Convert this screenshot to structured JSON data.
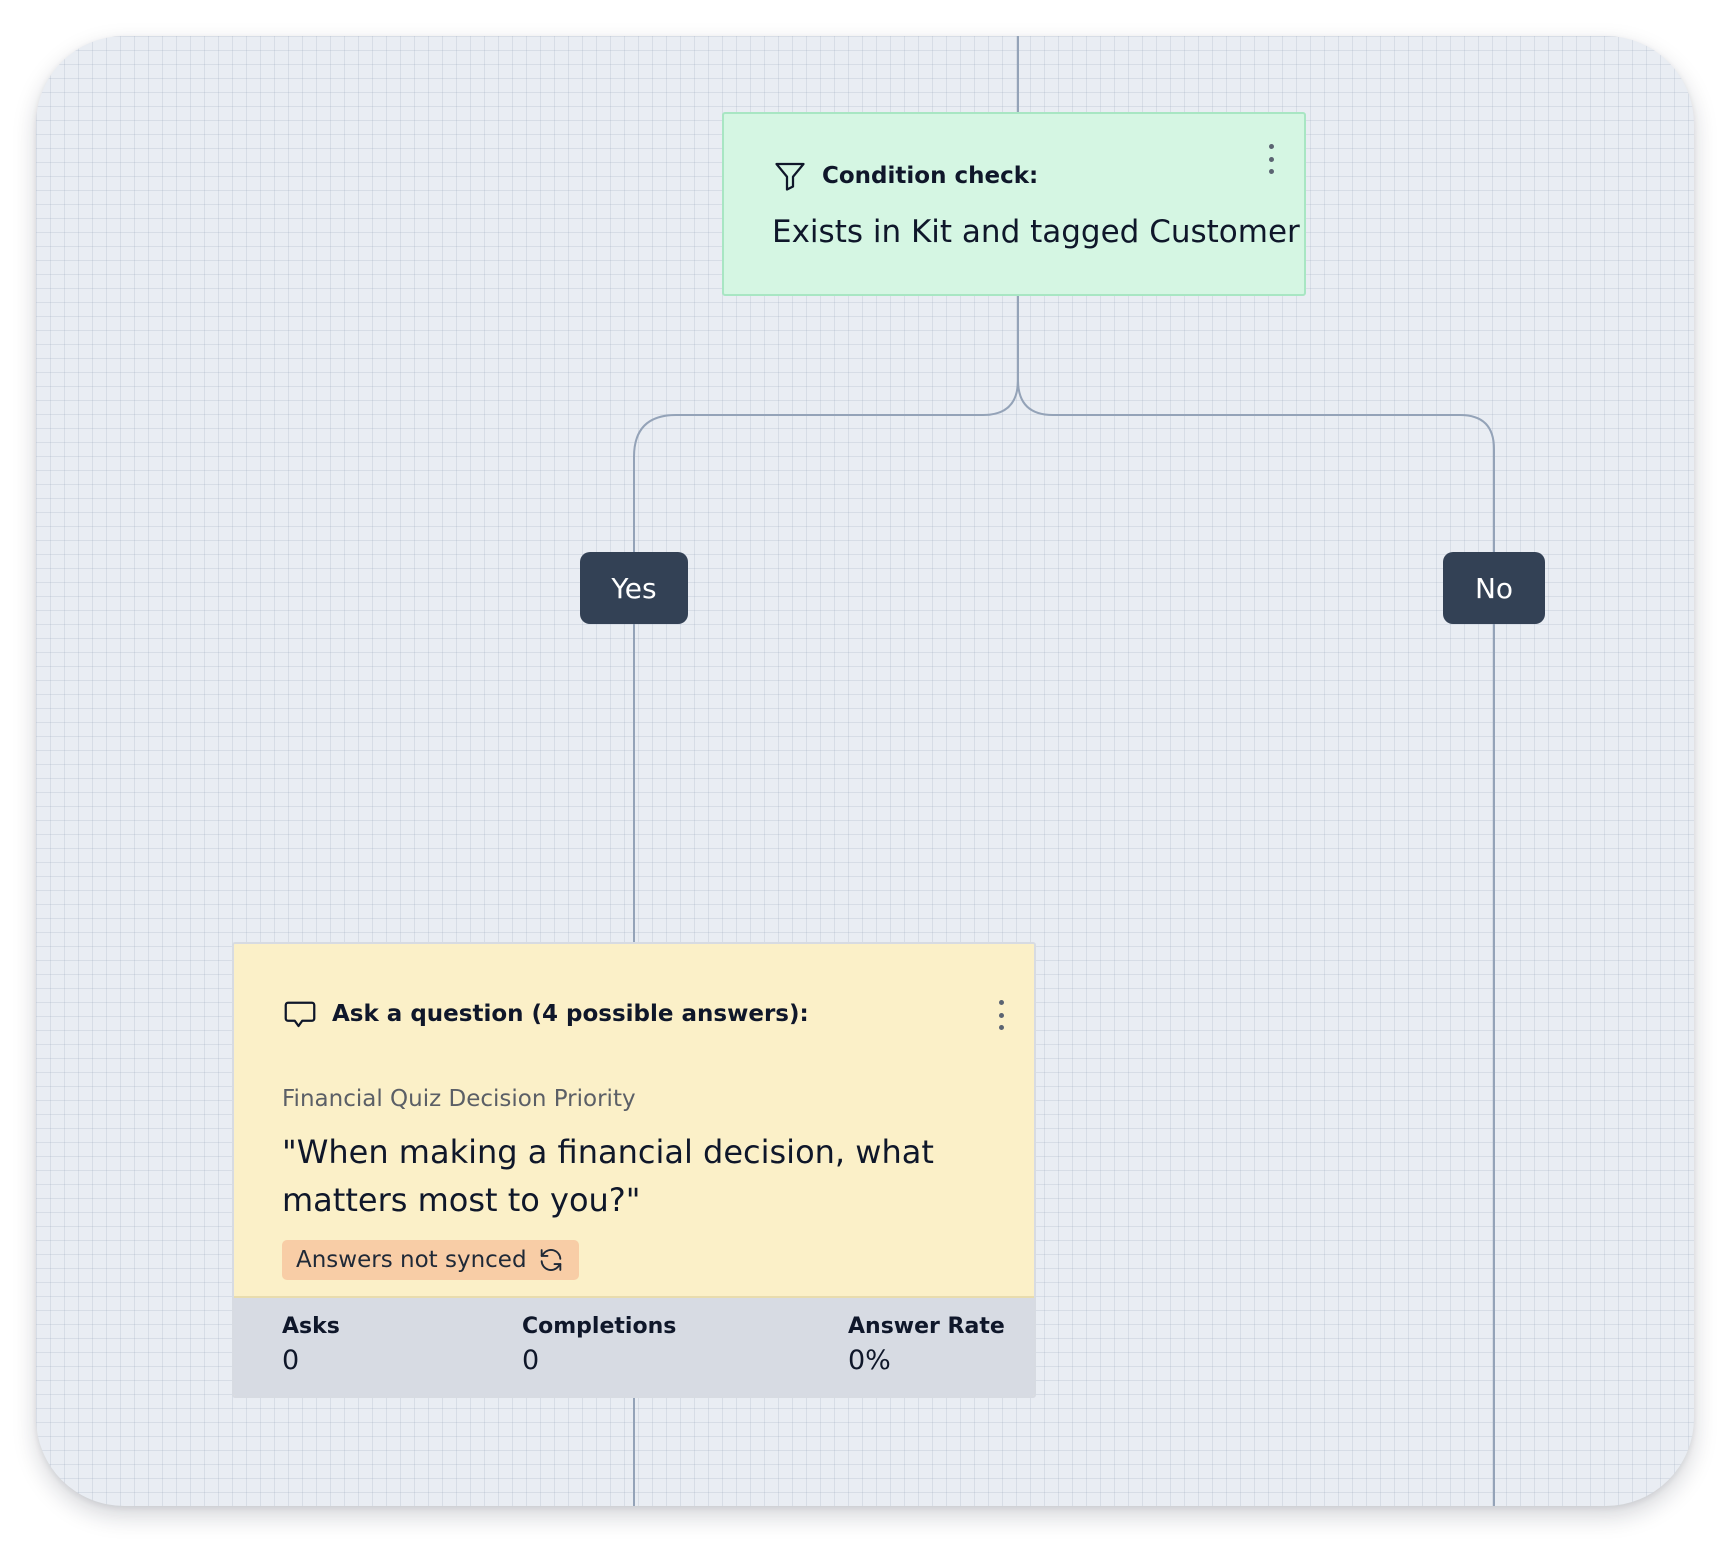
{
  "condition_node": {
    "icon": "filter-icon",
    "header": "Condition check:",
    "condition": "Exists in Kit and tagged Customer",
    "menu_icon": "more-vertical-icon"
  },
  "branches": {
    "yes_label": "Yes",
    "no_label": "No"
  },
  "question_node": {
    "icon": "speech-bubble-icon",
    "header": "Ask a question (4 possible answers):",
    "subtitle": "Financial Quiz Decision Priority",
    "question": "\"When making a financial decision, what matters most to you?\"",
    "sync_badge": {
      "label": "Answers not synced",
      "icon": "refresh-icon"
    },
    "menu_icon": "more-vertical-icon",
    "stats": {
      "asks_label": "Asks",
      "asks_value": "0",
      "completions_label": "Completions",
      "completions_value": "0",
      "rate_label": "Answer Rate",
      "rate_value": "0%"
    }
  },
  "colors": {
    "canvas_bg": "#e9edf3",
    "condition_bg": "#d5f6e3",
    "question_bg": "#fbf0c8",
    "branch_bg": "#334155",
    "badge_bg": "#f8cda6",
    "stats_bg": "#d7dbe3",
    "connector": "#94a3b8"
  }
}
